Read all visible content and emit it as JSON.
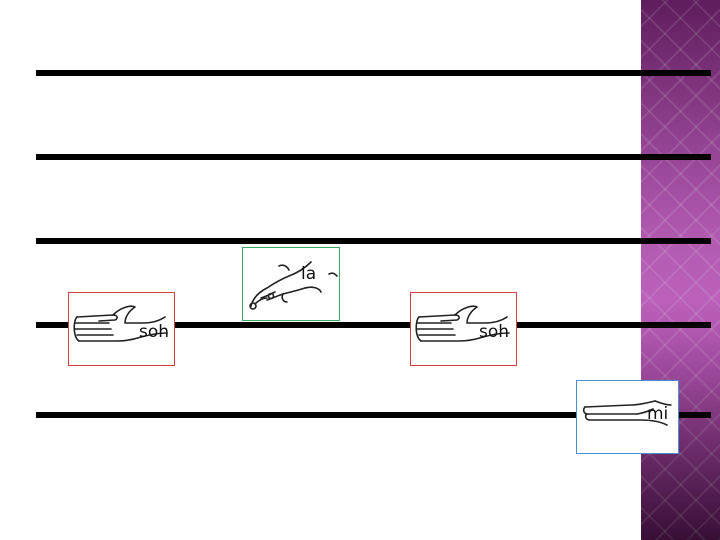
{
  "slide": {
    "accent_panel_color": "#8e3590",
    "staff": {
      "line_count": 5,
      "line_color": "#000000"
    },
    "notes": [
      {
        "label": "soh",
        "icon": "hand-flat-palm-icon",
        "border_color": "#d04040"
      },
      {
        "label": "la",
        "icon": "hand-pinch-down-icon",
        "border_color": "#3aa860"
      },
      {
        "label": "soh",
        "icon": "hand-flat-palm-icon",
        "border_color": "#d04040"
      },
      {
        "label": "mi",
        "icon": "hand-flat-forward-icon",
        "border_color": "#4a8fd0"
      }
    ]
  }
}
